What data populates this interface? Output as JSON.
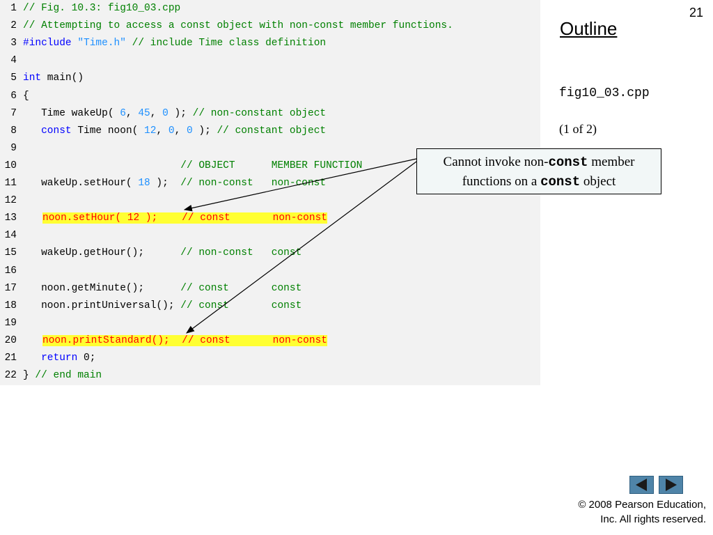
{
  "slide_number": "21",
  "outline_title": "Outline",
  "file_name": "fig10_03.cpp",
  "page_info": "(1 of 2)",
  "callout": {
    "part1": "Cannot invoke non-",
    "code1": "const",
    "part2": " member",
    "part3": "functions on a ",
    "code2": "const",
    "part4": " object"
  },
  "code": {
    "lines": [
      {
        "n": "1",
        "highlight": false,
        "segs": [
          {
            "t": "// Fig. 10.3: fig10_03.cpp",
            "c": "cm"
          }
        ]
      },
      {
        "n": "2",
        "highlight": false,
        "segs": [
          {
            "t": "// Attempting to access a const object with non-const member functions.",
            "c": "cm"
          }
        ]
      },
      {
        "n": "3",
        "highlight": false,
        "segs": [
          {
            "t": "#include ",
            "c": "kw"
          },
          {
            "t": "\"Time.h\"",
            "c": "str"
          },
          {
            "t": " // include Time class definition",
            "c": "cm"
          }
        ]
      },
      {
        "n": "4",
        "highlight": false,
        "segs": []
      },
      {
        "n": "5",
        "highlight": false,
        "segs": [
          {
            "t": "int",
            "c": "kw"
          },
          {
            "t": " main()",
            "c": "plain"
          }
        ]
      },
      {
        "n": "6",
        "highlight": false,
        "segs": [
          {
            "t": "{",
            "c": "plain"
          }
        ]
      },
      {
        "n": "7",
        "highlight": false,
        "segs": [
          {
            "t": "   Time wakeUp( ",
            "c": "plain"
          },
          {
            "t": "6",
            "c": "num"
          },
          {
            "t": ", ",
            "c": "plain"
          },
          {
            "t": "45",
            "c": "num"
          },
          {
            "t": ", ",
            "c": "plain"
          },
          {
            "t": "0",
            "c": "num"
          },
          {
            "t": " ); ",
            "c": "plain"
          },
          {
            "t": "// non-constant object",
            "c": "cm"
          }
        ]
      },
      {
        "n": "8",
        "highlight": false,
        "segs": [
          {
            "t": "   ",
            "c": "plain"
          },
          {
            "t": "const",
            "c": "kw"
          },
          {
            "t": " Time noon( ",
            "c": "plain"
          },
          {
            "t": "12",
            "c": "num"
          },
          {
            "t": ", ",
            "c": "plain"
          },
          {
            "t": "0",
            "c": "num"
          },
          {
            "t": ", ",
            "c": "plain"
          },
          {
            "t": "0",
            "c": "num"
          },
          {
            "t": " ); ",
            "c": "plain"
          },
          {
            "t": "// constant object",
            "c": "cm"
          }
        ]
      },
      {
        "n": "9",
        "highlight": false,
        "segs": []
      },
      {
        "n": "10",
        "highlight": false,
        "segs": [
          {
            "t": "                          // OBJECT      MEMBER FUNCTION",
            "c": "cm"
          }
        ]
      },
      {
        "n": "11",
        "highlight": false,
        "segs": [
          {
            "t": "   wakeUp.setHour( ",
            "c": "plain"
          },
          {
            "t": "18",
            "c": "num"
          },
          {
            "t": " );  ",
            "c": "plain"
          },
          {
            "t": "// non-const   non-const",
            "c": "cm"
          }
        ]
      },
      {
        "n": "12",
        "highlight": false,
        "segs": []
      },
      {
        "n": "13",
        "highlight": true,
        "segs": [
          {
            "t": "noon.setHour( 12 );    // const       non-const",
            "c": "hl"
          }
        ]
      },
      {
        "n": "14",
        "highlight": false,
        "segs": []
      },
      {
        "n": "15",
        "highlight": false,
        "segs": [
          {
            "t": "   wakeUp.getHour();      ",
            "c": "plain"
          },
          {
            "t": "// non-const   const",
            "c": "cm"
          }
        ]
      },
      {
        "n": "16",
        "highlight": false,
        "segs": []
      },
      {
        "n": "17",
        "highlight": false,
        "segs": [
          {
            "t": "   noon.getMinute();      ",
            "c": "plain"
          },
          {
            "t": "// const       const",
            "c": "cm"
          }
        ]
      },
      {
        "n": "18",
        "highlight": false,
        "segs": [
          {
            "t": "   noon.printUniversal(); ",
            "c": "plain"
          },
          {
            "t": "// const       const",
            "c": "cm"
          }
        ]
      },
      {
        "n": "19",
        "highlight": false,
        "segs": []
      },
      {
        "n": "20",
        "highlight": true,
        "segs": [
          {
            "t": "noon.printStandard();  // const       non-const",
            "c": "hl"
          }
        ]
      },
      {
        "n": "21",
        "highlight": false,
        "segs": [
          {
            "t": "   ",
            "c": "plain"
          },
          {
            "t": "return",
            "c": "kw"
          },
          {
            "t": " 0;",
            "c": "plain"
          }
        ]
      },
      {
        "n": "22",
        "highlight": false,
        "segs": [
          {
            "t": "} ",
            "c": "plain"
          },
          {
            "t": "// end main",
            "c": "cm"
          }
        ]
      }
    ]
  },
  "footer": {
    "line1": "© 2008 Pearson Education,",
    "line2": "Inc.  All rights reserved."
  },
  "icons": {
    "prev": "left-triangle-icon",
    "next": "right-triangle-icon"
  }
}
